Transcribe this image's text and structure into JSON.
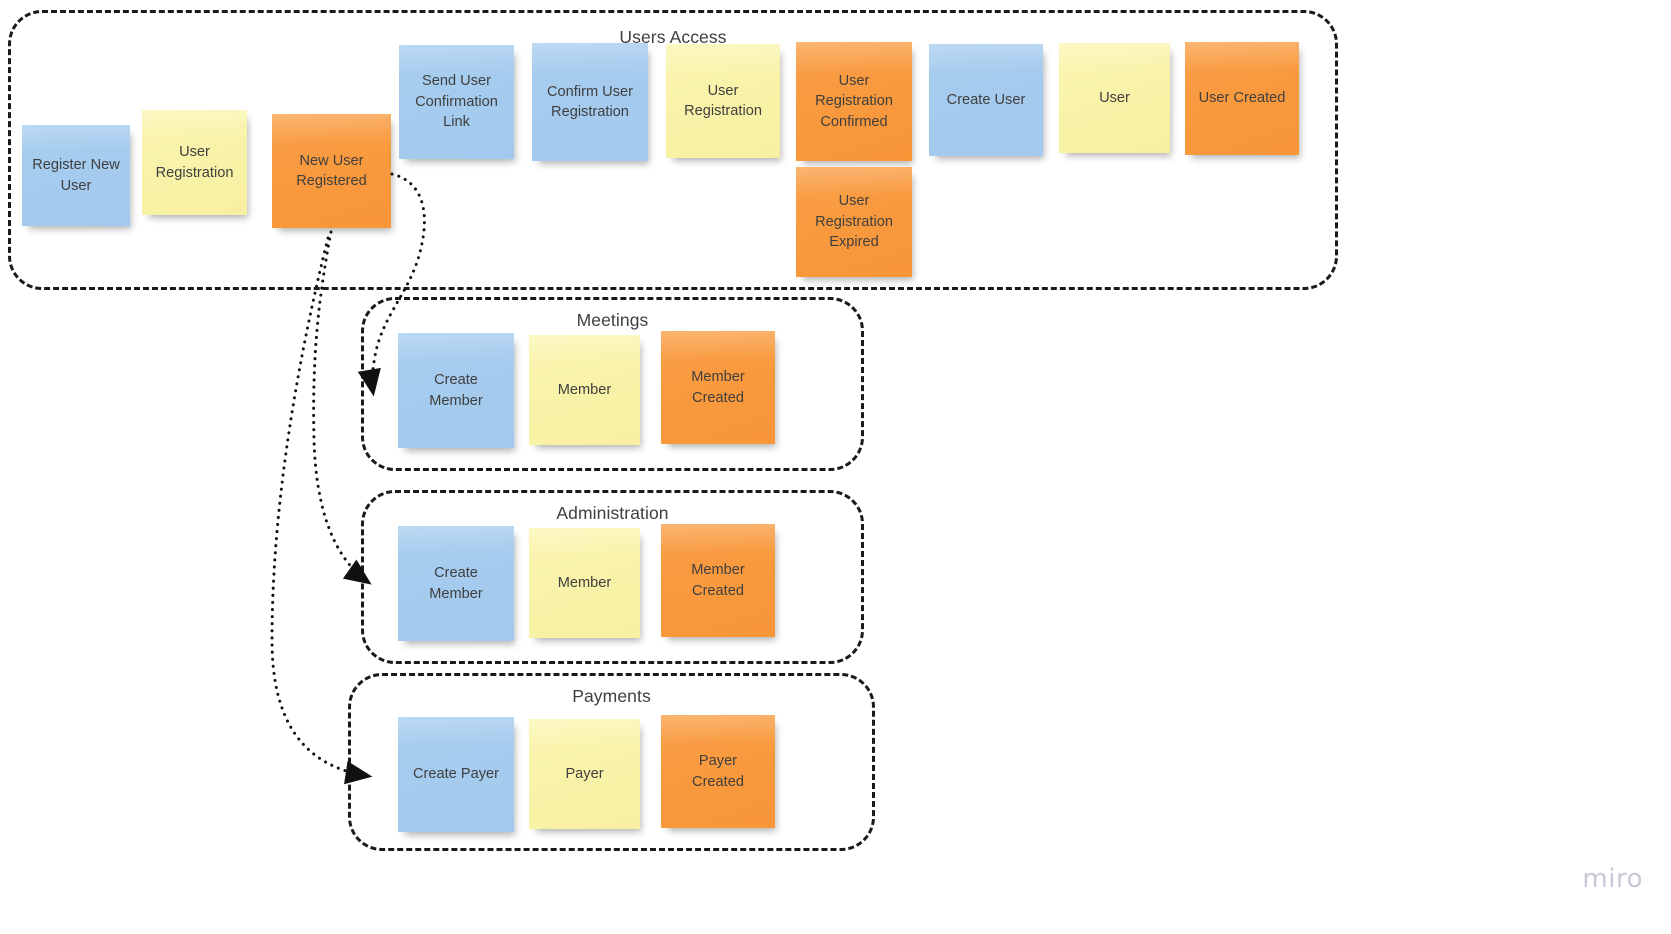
{
  "board": {
    "watermark": "miro",
    "colors": {
      "command_blue": "#a5cbee",
      "aggregate_yellow": "#f9f3aa",
      "event_orange": "#f99a3f",
      "container_border": "#1a1a1a",
      "text": "#3f3f3f",
      "canvas": "#ffffff",
      "watermark": "#c9c9d6"
    }
  },
  "contexts": [
    {
      "id": "users-access",
      "title": "Users Access",
      "notes": [
        {
          "label": "Register New\nUser",
          "color": "blue"
        },
        {
          "label": "User\nRegistration",
          "color": "yellow"
        },
        {
          "label": "New User\nRegistered",
          "color": "orange"
        },
        {
          "label": "Send User\nConfirmation\nLink",
          "color": "blue"
        },
        {
          "label": "Confirm User\nRegistration",
          "color": "blue"
        },
        {
          "label": "User\nRegistration",
          "color": "yellow"
        },
        {
          "label": "User\nRegistration\nConfirmed",
          "color": "orange"
        },
        {
          "label": "User\nRegistration\nExpired",
          "color": "orange"
        },
        {
          "label": "Create User",
          "color": "blue"
        },
        {
          "label": "User",
          "color": "yellow"
        },
        {
          "label": "User Created",
          "color": "orange"
        }
      ]
    },
    {
      "id": "meetings",
      "title": "Meetings",
      "notes": [
        {
          "label": "Create\nMember",
          "color": "blue"
        },
        {
          "label": "Member",
          "color": "yellow"
        },
        {
          "label": "Member\nCreated",
          "color": "orange"
        }
      ]
    },
    {
      "id": "administration",
      "title": "Administration",
      "notes": [
        {
          "label": "Create\nMember",
          "color": "blue"
        },
        {
          "label": "Member",
          "color": "yellow"
        },
        {
          "label": "Member\nCreated",
          "color": "orange"
        }
      ]
    },
    {
      "id": "payments",
      "title": "Payments",
      "notes": [
        {
          "label": "Create Payer",
          "color": "blue"
        },
        {
          "label": "Payer",
          "color": "yellow"
        },
        {
          "label": "Payer\nCreated",
          "color": "orange"
        }
      ]
    }
  ],
  "connectors": [
    {
      "from": "New User Registered",
      "to": "Meetings / Create Member"
    },
    {
      "from": "New User Registered",
      "to": "Administration / Create Member"
    },
    {
      "from": "New User Registered",
      "to": "Payments / Create Payer"
    }
  ]
}
